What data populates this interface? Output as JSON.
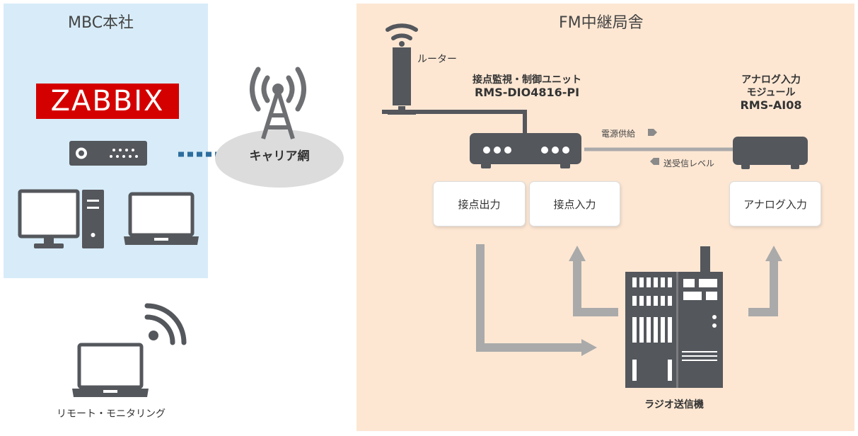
{
  "hq": {
    "title": "MBC本社",
    "logo_text": "ZABBIX"
  },
  "network": {
    "label": "キャリア網"
  },
  "remote": {
    "label": "リモート・モニタリング"
  },
  "relay": {
    "title": "FM中継局舎",
    "router_label": "ルーター",
    "dio_unit": {
      "line1": "接点監視・制御ユニット",
      "line2": "RMS-DIO4816-PI"
    },
    "ai_module": {
      "line1": "アナログ入力",
      "line2": "モジュール",
      "line3": "RMS-AI08"
    },
    "power_supply_label": "電源供給",
    "signal_level_label": "送受信レベル",
    "boxes": {
      "contact_output": "接点出力",
      "contact_input": "接点入力",
      "analog_input": "アナログ入力"
    },
    "transmitter_label": "ラジオ送信機"
  },
  "colors": {
    "hq_bg": "#d7ecf8",
    "relay_bg": "#fde7d3",
    "device": "#54575c",
    "arrow": "#aaaaaa",
    "link": "#2e6e9e",
    "zabbix_red": "#d40000"
  }
}
